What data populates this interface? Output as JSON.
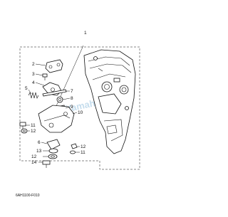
{
  "diagram": {
    "callouts": {
      "c1": "1",
      "c2": "2",
      "c3": "3",
      "c4": "4",
      "c5": "5",
      "c6": "6",
      "c7": "7",
      "c8": "8",
      "c9": "9",
      "c10": "10",
      "c11": "11",
      "c12": "12",
      "c13": "13",
      "c14": "14"
    },
    "figure_code": "6AH1100-F010",
    "watermark": "Yamaha"
  }
}
